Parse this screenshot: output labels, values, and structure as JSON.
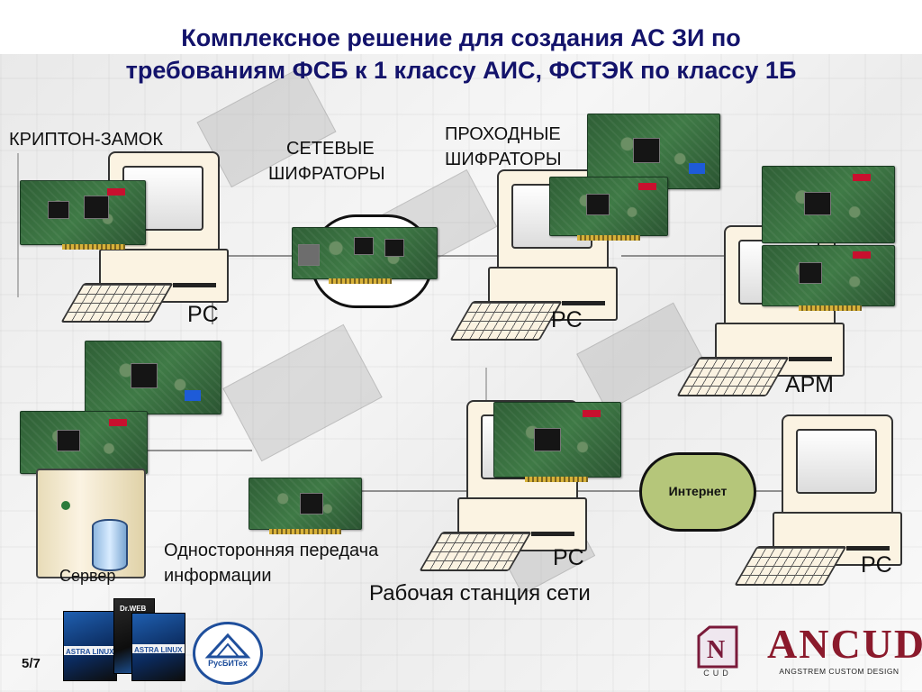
{
  "title_line1": "Комплексное решение для создания АС ЗИ по",
  "title_line2": "требованиям ФСБ к 1 классу АИС, ФСТЭК по классу 1Б",
  "labels": {
    "kripton": "КРИПТОН-ЗАМОК",
    "net_enc_1": "СЕТЕВЫЕ",
    "net_enc_2": "ШИФРАТОРЫ",
    "pass_enc_1": "ПРОХОДНЫЕ",
    "pass_enc_2": "ШИФРАТОРЫ",
    "pc1": "PC",
    "pc2": "PC",
    "arm": "АРМ",
    "pc3": "PC",
    "pc4": "PC",
    "server": "Сервер",
    "oneway_1": "Односторонняя передача",
    "oneway_2": "информации",
    "workstation": "Рабочая станция сети",
    "internet": "Интернет"
  },
  "page_number": "5/7",
  "logos": {
    "drweb": "Dr.WEB",
    "astra": "ASTRA LINUX",
    "rusbitech": "РусБИТех",
    "cud": "CUD",
    "ancud_big": "ANCUD",
    "ancud_small": "ANGSTREM CUSTOM DESIGN"
  },
  "colors": {
    "title": "#13136b",
    "pcb": "#2f5f36",
    "internet_cloud": "#b5c67a",
    "ancud": "#8b1a2c"
  }
}
